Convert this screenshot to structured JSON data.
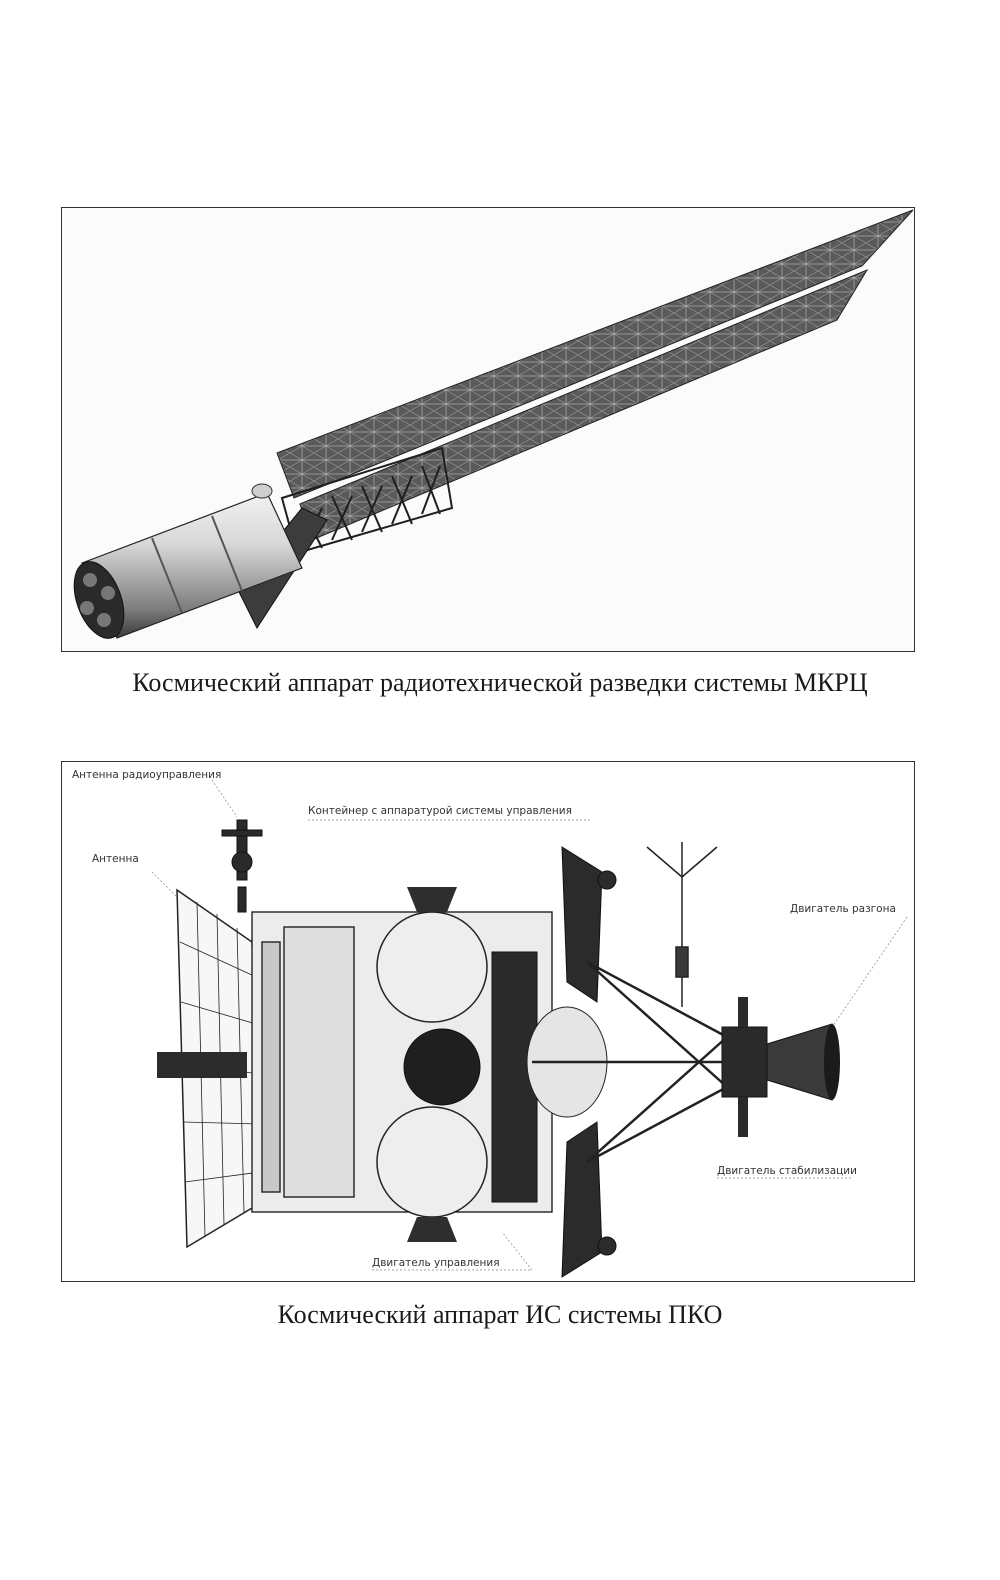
{
  "figures": [
    {
      "caption": "Космический аппарат радиотехнической разведки системы МКРЦ"
    },
    {
      "caption": "Космический аппарат ИС системы ПКО",
      "callouts": {
        "radio_antenna": "Антенна радиоуправления",
        "container": "Контейнер с аппаратурой системы управления",
        "antenna": "Антенна",
        "boost_engine": "Двигатель разгона",
        "stab_engine": "Двигатель стабилизации",
        "control_engine": "Двигатель управления"
      }
    }
  ]
}
